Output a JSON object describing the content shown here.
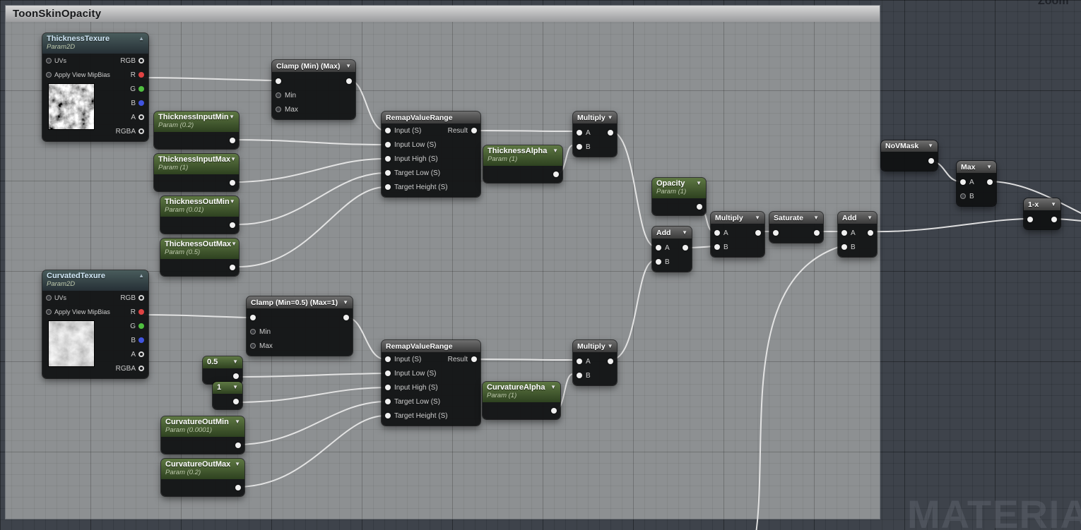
{
  "comment": {
    "title": "ToonSkinOpacity"
  },
  "hud": {
    "zoom_label": "Zoom",
    "watermark": "MATERIAL"
  },
  "shared": {
    "a": "A",
    "b": "B",
    "min": "Min",
    "max": "Max",
    "result": "Result",
    "input": "Input (S)",
    "input_low": "Input Low (S)",
    "input_high": "Input High (S)",
    "target_low": "Target Low (S)",
    "target_height": "Target Height (S)",
    "uvs": "UVs",
    "mipbias": "Apply View MipBias",
    "rgb": "RGB",
    "r": "R",
    "g": "G",
    "b_chan": "B",
    "alpha": "A",
    "rgba": "RGBA"
  },
  "nodes": {
    "thicknessTexture": {
      "title": "ThicknessTexure",
      "subtitle": "Param2D"
    },
    "clampThickness": {
      "title": "Clamp (Min) (Max)"
    },
    "thicknessInputMin": {
      "title": "ThicknessInputMin",
      "subtitle": "Param (0.2)"
    },
    "thicknessInputMax": {
      "title": "ThicknessInputMax",
      "subtitle": "Param (1)"
    },
    "thicknessOutMin": {
      "title": "ThicknessOutMin",
      "subtitle": "Param (0.01)"
    },
    "thicknessOutMax": {
      "title": "ThicknessOutMax",
      "subtitle": "Param (0.5)"
    },
    "remapThickness": {
      "title": "RemapValueRange"
    },
    "thicknessAlpha": {
      "title": "ThicknessAlpha",
      "subtitle": "Param (1)"
    },
    "multiplyThickness": {
      "title": "Multiply"
    },
    "curvatedTexture": {
      "title": "CurvatedTexure",
      "subtitle": "Param2D"
    },
    "clampCurvature": {
      "title": "Clamp (Min=0.5) (Max=1)"
    },
    "constHalf": {
      "title": "0.5"
    },
    "constOne": {
      "title": "1"
    },
    "curvatureOutMin": {
      "title": "CurvatureOutMin",
      "subtitle": "Param (0.0001)"
    },
    "curvatureOutMax": {
      "title": "CurvatureOutMax",
      "subtitle": "Param (0.2)"
    },
    "remapCurvature": {
      "title": "RemapValueRange"
    },
    "curvatureAlpha": {
      "title": "CurvatureAlpha",
      "subtitle": "Param (1)"
    },
    "multiplyCurvature": {
      "title": "Multiply"
    },
    "opacity": {
      "title": "Opacity",
      "subtitle": "Param (1)"
    },
    "addOpacity": {
      "title": "Add"
    },
    "multiplyOpacity": {
      "title": "Multiply"
    },
    "saturate": {
      "title": "Saturate"
    },
    "addFinal": {
      "title": "Add"
    },
    "noVMask": {
      "title": "NoVMask"
    },
    "maxNode": {
      "title": "Max"
    },
    "oneMinusX": {
      "title": "1-x"
    }
  }
}
